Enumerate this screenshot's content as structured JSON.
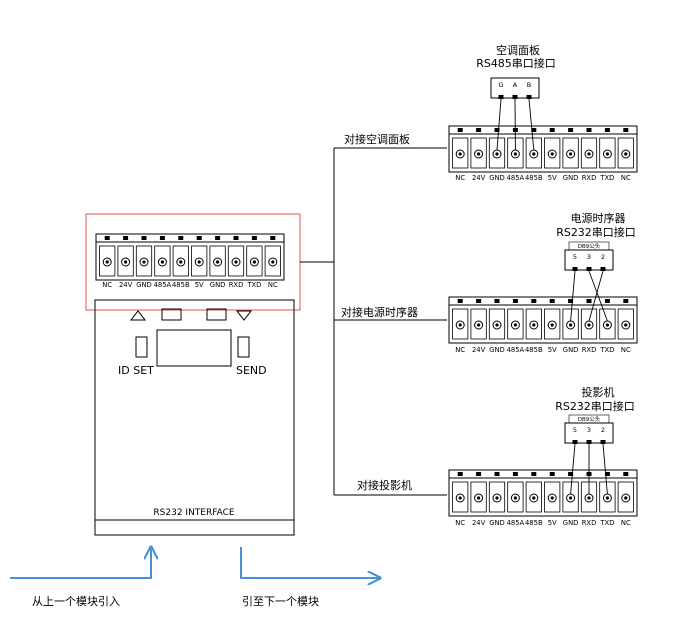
{
  "module": {
    "pins": [
      "NC",
      "24V",
      "GND",
      "485A",
      "485B",
      "5V",
      "GND",
      "RXD",
      "TXD",
      "NC"
    ],
    "id_set": "ID SET",
    "send": "SEND",
    "interface": "RS232 INTERFACE"
  },
  "connectors": [
    {
      "title": "空调面板",
      "subtitle": "RS485串口接口",
      "branch_label": "对接空调面板",
      "plug_pins": [
        "G",
        "A",
        "B"
      ],
      "plug_caption": ""
    },
    {
      "title": "电源时序器",
      "subtitle": "RS232串口接口",
      "branch_label": "对接电源时序器",
      "plug_pins": [
        "5",
        "3",
        "2"
      ],
      "plug_caption": "DB9公头"
    },
    {
      "title": "投影机",
      "subtitle": "RS232串口接口",
      "branch_label": "对接投影机",
      "plug_pins": [
        "5",
        "3",
        "2"
      ],
      "plug_caption": "DB9公头"
    }
  ],
  "flow": {
    "in_label": "从上一个模块引入",
    "out_label": "引至下一个模块"
  },
  "colors": {
    "line": "#000000",
    "arrow": "#4a90d9",
    "highlight": "#e05555"
  }
}
